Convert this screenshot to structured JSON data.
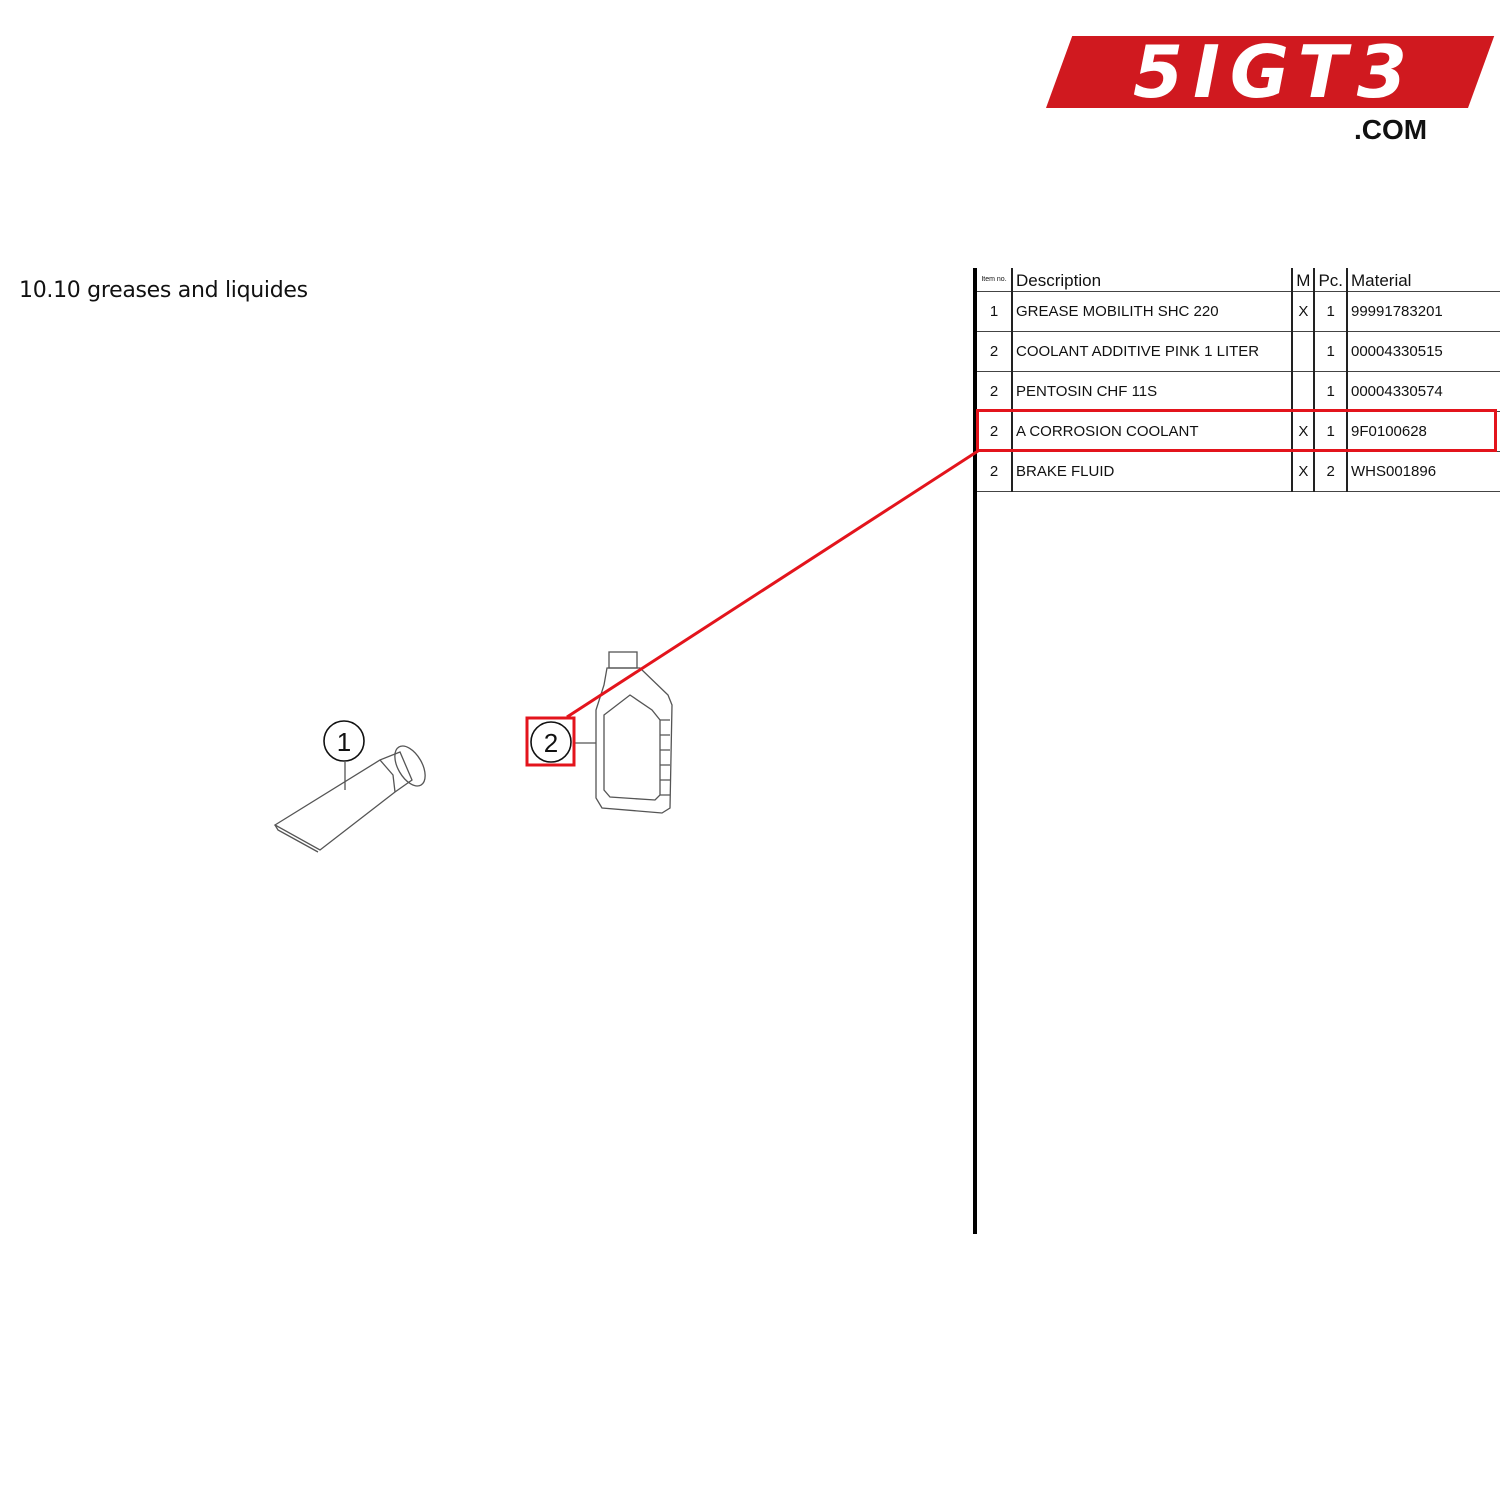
{
  "logo": {
    "text": "5IGT3",
    "suffix": ".COM",
    "color": "#d0191f"
  },
  "title": "10.10  greases and liquides",
  "table": {
    "headers": [
      "Item no.",
      "Description",
      "M",
      "Pc.",
      "Material"
    ],
    "rows": [
      {
        "item": "1",
        "description": "GREASE MOBILITH SHC 220",
        "m": "X",
        "pc": "1",
        "material": "99991783201"
      },
      {
        "item": "2",
        "description": "COOLANT ADDITIVE PINK 1 LITER",
        "m": "",
        "pc": "1",
        "material": "00004330515"
      },
      {
        "item": "2",
        "description": "PENTOSIN CHF 11S",
        "m": "",
        "pc": "1",
        "material": "00004330574"
      },
      {
        "item": "2",
        "description": "A CORROSION COOLANT",
        "m": "X",
        "pc": "1",
        "material": "9F0100628"
      },
      {
        "item": "2",
        "description": "BRAKE FLUID",
        "m": "X",
        "pc": "2",
        "material": "WHS001896"
      }
    ],
    "highlighted_row": 3
  },
  "callouts": [
    "1",
    "2"
  ],
  "highlight_color": "#e3141c"
}
